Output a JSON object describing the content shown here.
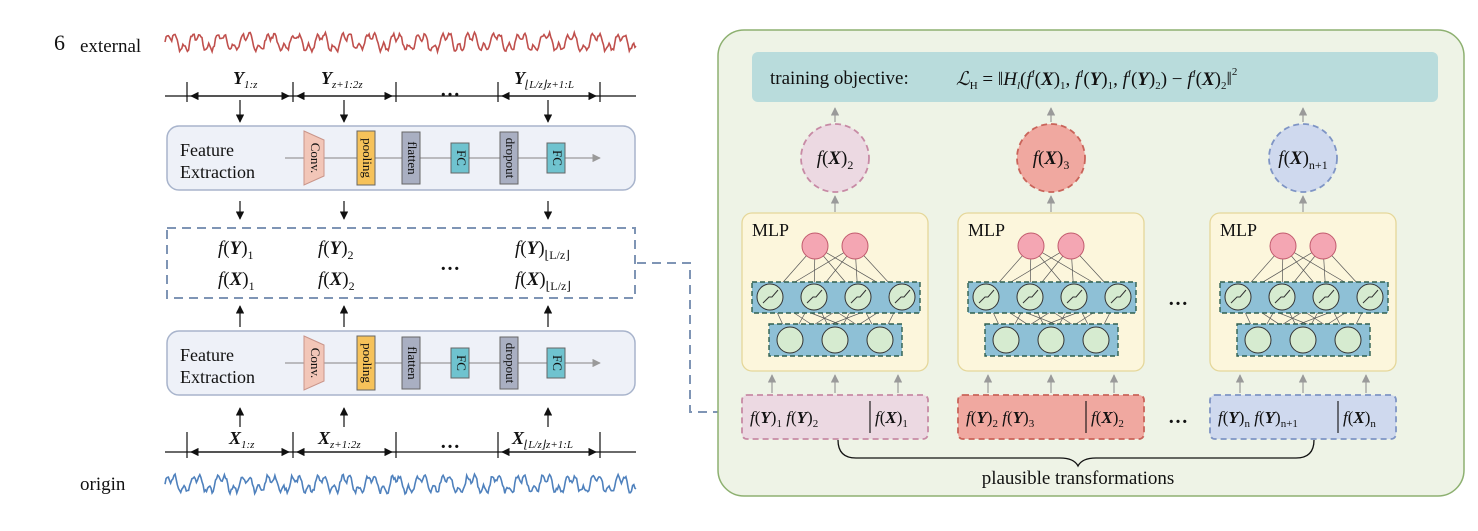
{
  "figure_number": "6",
  "left": {
    "external_label": "external",
    "origin_label": "origin",
    "y_segments": [
      {
        "base": "Y",
        "sub": "1:z"
      },
      {
        "base": "Y",
        "sub": "z+1:2z"
      },
      {
        "base": "Y",
        "sub": "⌊L/z⌋z+1:L"
      }
    ],
    "x_segments": [
      {
        "base": "X",
        "sub": "1:z"
      },
      {
        "base": "X",
        "sub": "z+1:2z"
      },
      {
        "base": "X",
        "sub": "⌊L/z⌋z+1:L"
      }
    ],
    "ellipsis": "…",
    "feature_label_line1": "Feature",
    "feature_label_line2": "Extraction",
    "layers": [
      "Conv.",
      "pooling",
      "flatten",
      "FC",
      "dropout",
      "FC"
    ],
    "features_y": [
      {
        "base": "Y",
        "sub": "1"
      },
      {
        "base": "Y",
        "sub": "2"
      },
      {
        "base": "Y",
        "sub": "⌊L/z⌋"
      }
    ],
    "features_x": [
      {
        "base": "X",
        "sub": "1"
      },
      {
        "base": "X",
        "sub": "2"
      },
      {
        "base": "X",
        "sub": "⌊L/z⌋"
      }
    ]
  },
  "right": {
    "objective_label": "training objective:",
    "loss_symbol": "ℒ",
    "loss_sub": "H",
    "mlp_label": "MLP",
    "outputs": [
      {
        "base": "X",
        "sub": "2"
      },
      {
        "base": "X",
        "sub": "3"
      },
      {
        "base": "X",
        "sub": "n+1"
      }
    ],
    "inputs": [
      [
        "Y",
        "1",
        "Y",
        "2",
        "X",
        "1"
      ],
      [
        "Y",
        "2",
        "Y",
        "3",
        "X",
        "2"
      ],
      [
        "Y",
        "n",
        "Y",
        "n+1",
        "X",
        "n"
      ]
    ],
    "ellipsis": "…",
    "brace_label": "plausible transformations"
  },
  "colors": {
    "external_wave": "#c0504d",
    "origin_wave": "#4f81bd",
    "feature_box_fill": "#eef1f8",
    "conv_fill": "#f2c6b8",
    "pooling_fill": "#f6c25a",
    "flatten_fill": "#a9afc2",
    "fc_fill": "#6fc3cf",
    "dropout_fill": "#a9afc2",
    "panel_fill": "#eef3e6",
    "panel_stroke": "#8db070",
    "objective_fill": "#b9dcdc",
    "mlp_fill": "#fcf6dc",
    "node_red": "#f4a6b3",
    "node_green": "#d6ebd0",
    "layer_blue": "#8ec0d6",
    "out1_fill": "#ecd9e2",
    "out2_fill": "#f0a8a0",
    "out3_fill": "#cfd9ee"
  }
}
